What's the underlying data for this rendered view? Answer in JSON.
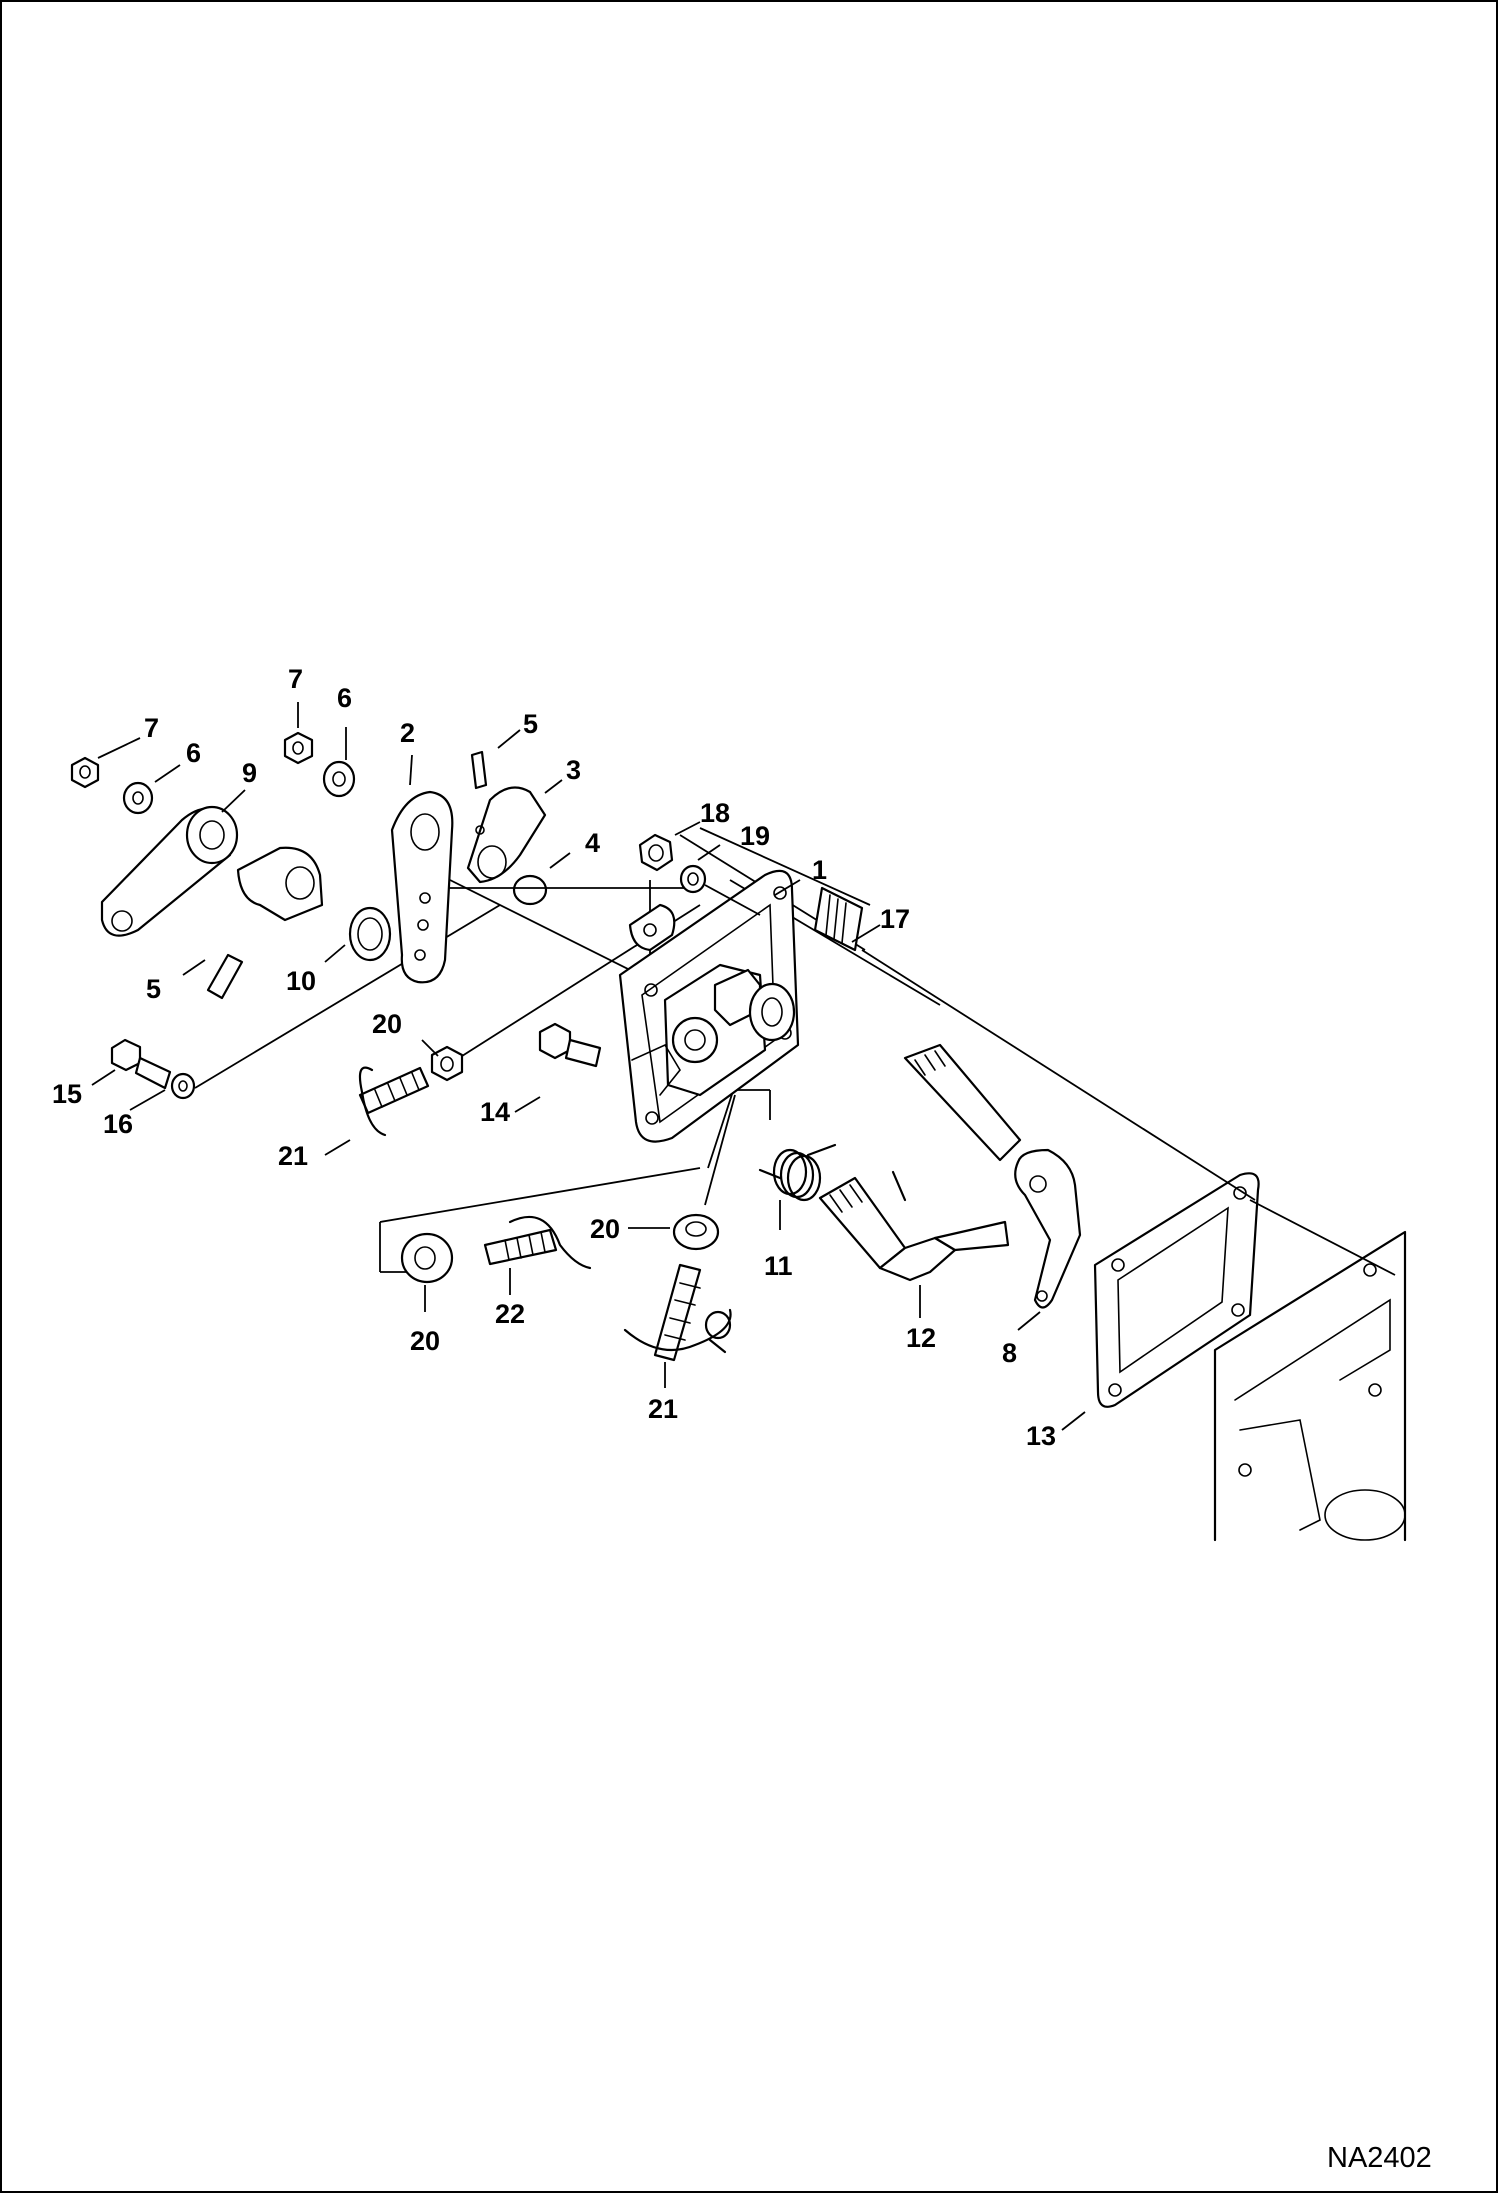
{
  "figure_code": "NA2402",
  "callouts": [
    "7",
    "6",
    "9",
    "5",
    "10",
    "15",
    "16",
    "7",
    "6",
    "2",
    "5",
    "3",
    "4",
    "20",
    "21",
    "14",
    "18",
    "19",
    "1",
    "17",
    "20",
    "22",
    "20",
    "21",
    "11",
    "12",
    "8",
    "13"
  ]
}
